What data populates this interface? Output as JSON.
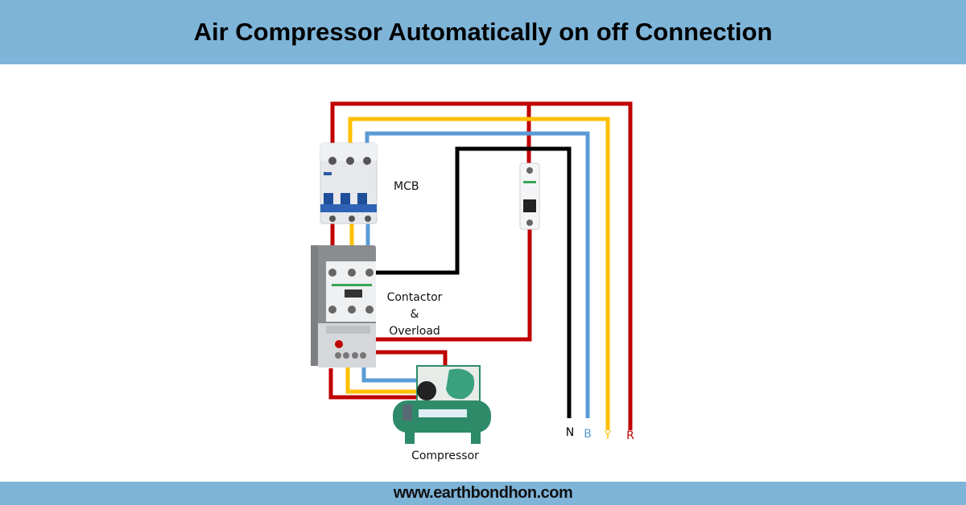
{
  "header": {
    "title": "Air Compressor Automatically on off Connection"
  },
  "footer": {
    "website": "www.earthbondhon.com"
  },
  "labels": {
    "mcb": "MCB",
    "contactor_line1": "Contactor",
    "contactor_line2": "&",
    "contactor_line3": "Overload",
    "compressor": "Compressor"
  },
  "phases": [
    {
      "label": "N",
      "name": "Neutral",
      "color": "#000000"
    },
    {
      "label": "B",
      "name": "Blue phase",
      "color": "#5b9bd5"
    },
    {
      "label": "Y",
      "name": "Yellow phase",
      "color": "#ffc000"
    },
    {
      "label": "R",
      "name": "Red phase",
      "color": "#c00000"
    }
  ],
  "components": [
    {
      "id": "mcb-3pole",
      "type": "3-pole MCB"
    },
    {
      "id": "mcb-1pole",
      "type": "single-pole MCB (control)"
    },
    {
      "id": "contactor",
      "type": "Contactor"
    },
    {
      "id": "overload",
      "type": "Overload relay"
    },
    {
      "id": "compressor",
      "type": "Air compressor"
    }
  ],
  "colors": {
    "banner": "#7eb4d8",
    "red": "#c00000",
    "yellow": "#ffc000",
    "blue": "#5b9bd5",
    "black": "#000000",
    "compressor_green": "#2e8b6a"
  }
}
